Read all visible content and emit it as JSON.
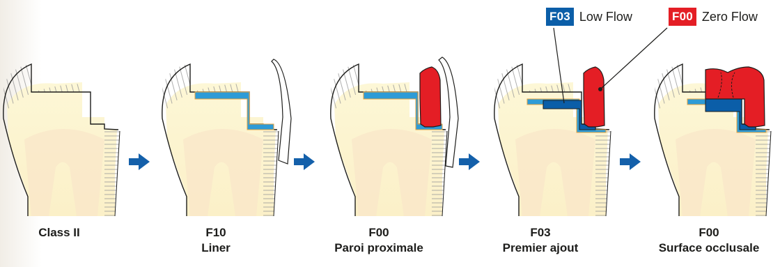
{
  "colors": {
    "low_flow": "#0b5ea8",
    "zero_flow": "#e41e25",
    "arrow": "#1460aa",
    "dentin": "#fdf6cf",
    "outline": "#1d1d1b",
    "liner_edge": "#e8a33c"
  },
  "legend": [
    {
      "code": "F03",
      "label": "Low Flow",
      "color": "#0b5ea8"
    },
    {
      "code": "F00",
      "label": "Zero Flow",
      "color": "#e41e25"
    }
  ],
  "steps": [
    {
      "code": "",
      "label": "Class II"
    },
    {
      "code": "F10",
      "label": "Liner"
    },
    {
      "code": "F00",
      "label": "Paroi proximale"
    },
    {
      "code": "F03",
      "label": "Premier ajout"
    },
    {
      "code": "F00",
      "label": "Surface occlusale"
    }
  ],
  "icons": {
    "arrow": "right-arrow-icon"
  }
}
